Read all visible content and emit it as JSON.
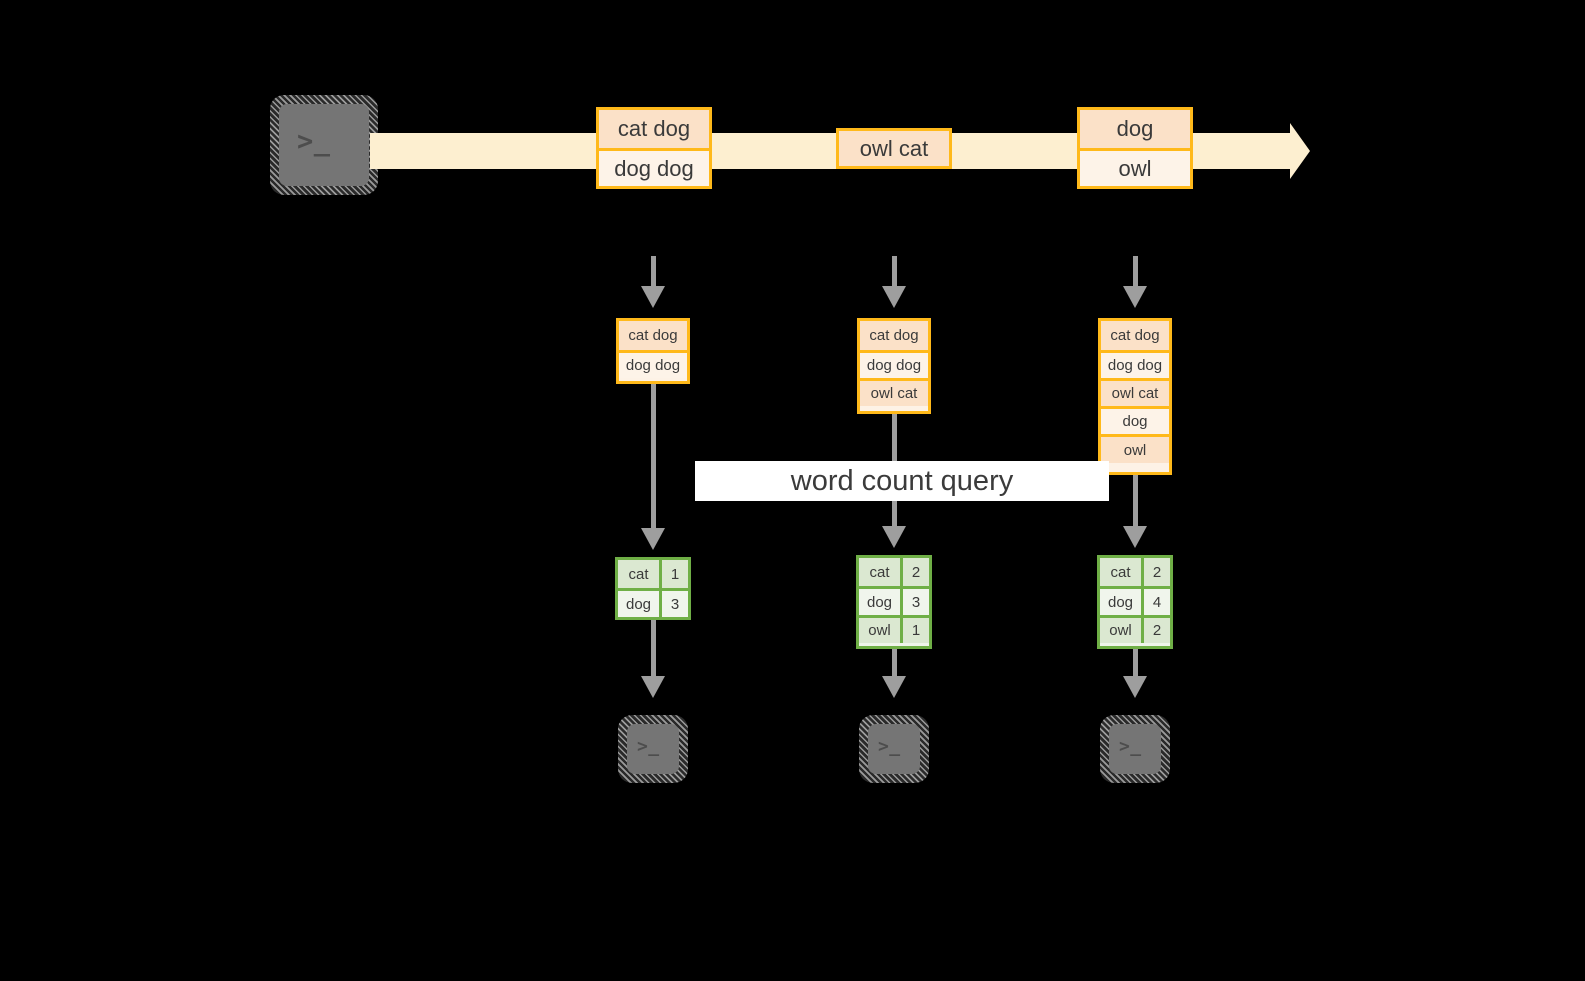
{
  "diagram": {
    "background_color": "#000000",
    "accent_orange": "#FFB91A",
    "accent_green": "#6FAF46",
    "stream_color": "#FDEFD0",
    "connector_color": "#9E9E9E"
  },
  "source": {
    "icon": "terminal-icon",
    "glyph": ">_"
  },
  "stream": {
    "label": "event-stream-arrow",
    "events": [
      {
        "name": "event-batch-1",
        "rows": [
          {
            "text": "cat dog",
            "shade": "dark"
          },
          {
            "text": "dog dog",
            "shade": "light"
          }
        ]
      },
      {
        "name": "event-batch-2",
        "rows": [
          {
            "text": "owl cat",
            "shade": "dark"
          }
        ]
      },
      {
        "name": "event-batch-3",
        "rows": [
          {
            "text": "dog",
            "shade": "dark"
          },
          {
            "text": "owl",
            "shade": "light"
          }
        ]
      }
    ]
  },
  "query": {
    "label": "word count query"
  },
  "snapshots": [
    {
      "name": "snapshot-1",
      "input_rows": [
        {
          "text": "cat dog",
          "shade": "dark"
        },
        {
          "text": "dog dog",
          "shade": "light"
        }
      ],
      "result_rows": [
        {
          "word": "cat",
          "count": "1",
          "shade": "dark"
        },
        {
          "word": "dog",
          "count": "3",
          "shade": "light"
        }
      ],
      "sink_glyph": ">_"
    },
    {
      "name": "snapshot-2",
      "input_rows": [
        {
          "text": "cat dog",
          "shade": "dark"
        },
        {
          "text": "dog dog",
          "shade": "light"
        },
        {
          "text": "owl cat",
          "shade": "dark"
        }
      ],
      "result_rows": [
        {
          "word": "cat",
          "count": "2",
          "shade": "dark"
        },
        {
          "word": "dog",
          "count": "3",
          "shade": "light"
        },
        {
          "word": "owl",
          "count": "1",
          "shade": "dark"
        }
      ],
      "sink_glyph": ">_"
    },
    {
      "name": "snapshot-3",
      "input_rows": [
        {
          "text": "cat dog",
          "shade": "dark"
        },
        {
          "text": "dog dog",
          "shade": "light"
        },
        {
          "text": "owl cat",
          "shade": "dark"
        },
        {
          "text": "dog",
          "shade": "light"
        },
        {
          "text": "owl",
          "shade": "dark"
        }
      ],
      "result_rows": [
        {
          "word": "cat",
          "count": "2",
          "shade": "dark"
        },
        {
          "word": "dog",
          "count": "4",
          "shade": "light"
        },
        {
          "word": "owl",
          "count": "2",
          "shade": "dark"
        }
      ],
      "sink_glyph": ">_"
    }
  ]
}
